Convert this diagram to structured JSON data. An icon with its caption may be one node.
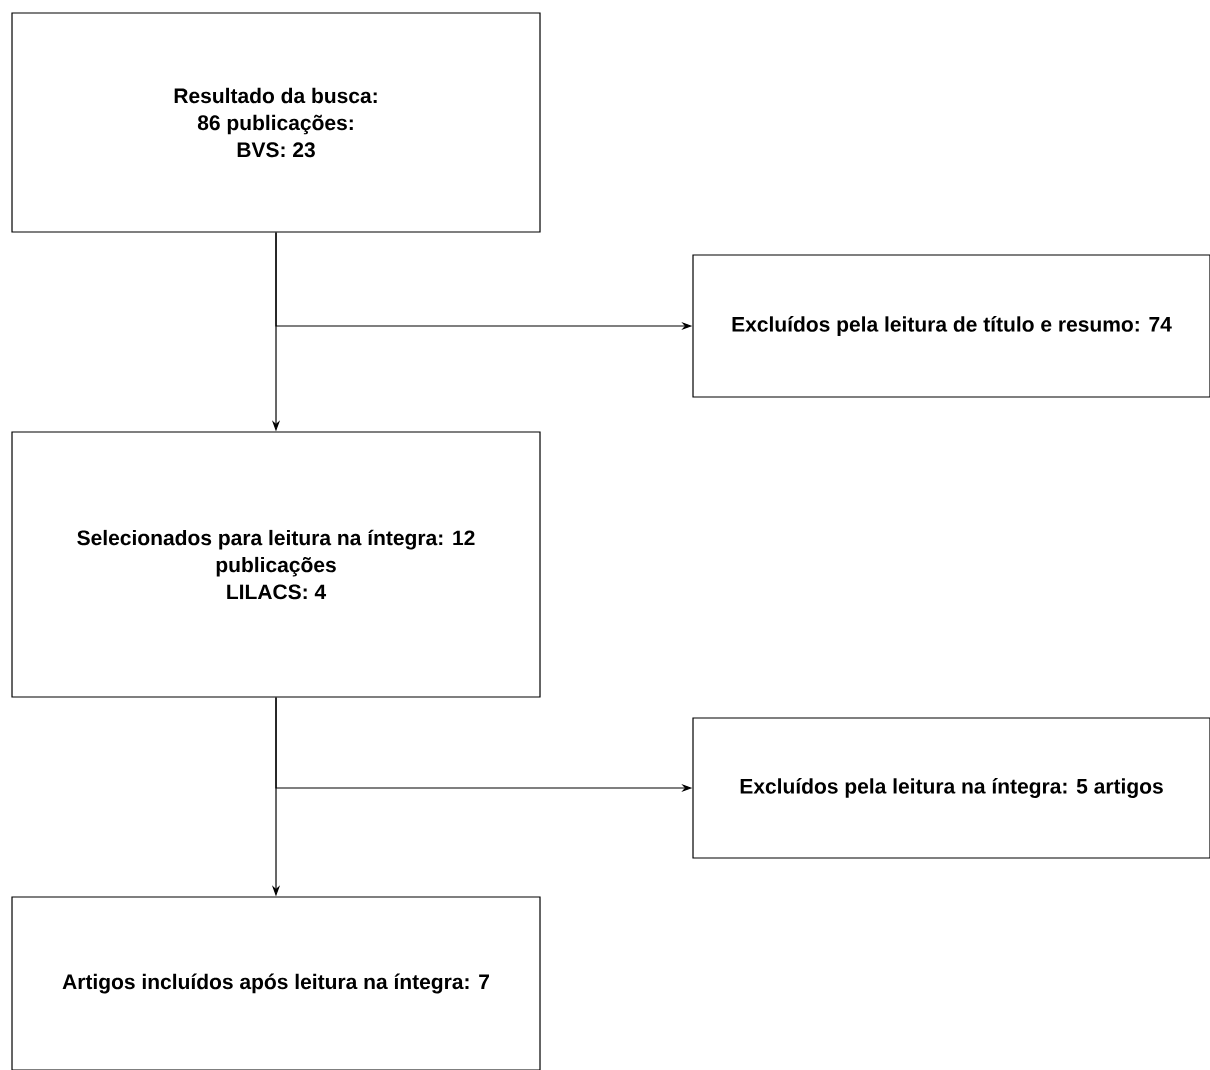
{
  "diagram": {
    "nodes": [
      {
        "text": [
          "Resultado da busca:",
          "86 publicações:",
          "BVS: 23"
        ]
      },
      {
        "text": [
          "Excluídos pela leitura de título e resumo: 74"
        ]
      },
      {
        "text": [
          "Selecionados para leitura na íntegra: 12 publicações",
          "LILACS: 4"
        ]
      },
      {
        "text": [
          "Excluídos pela leitura na íntegra: 5 artigos"
        ]
      },
      {
        "text": [
          "Artigos incluídos após leitura na íntegra: 7"
        ]
      }
    ],
    "edges": [
      {
        "from": 0,
        "to": 1,
        "arrow": "to"
      },
      {
        "from": 0,
        "to": 2,
        "arrow": "to"
      },
      {
        "from": 2,
        "to": 3,
        "arrow": "to"
      },
      {
        "from": 2,
        "to": 4,
        "arrow": "to"
      }
    ]
  }
}
